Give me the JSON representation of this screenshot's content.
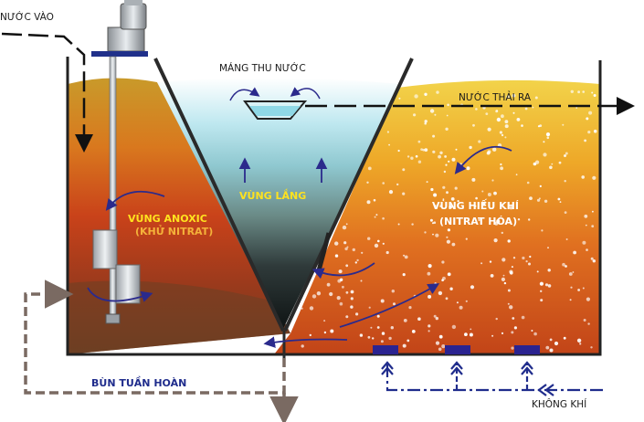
{
  "labels": {
    "water_in": "NƯỚC VÀO",
    "collection_trough": "MÁNG THU NƯỚC",
    "effluent": "NƯỚC THẢI RA",
    "settling_zone": "VÙNG LẮNG",
    "anoxic_zone": "VÙNG ANOXIC",
    "anoxic_sub": "(KHỬ NITRAT)",
    "aerobic_zone": "VÙNG HIẾU KHÍ",
    "aerobic_sub": "(NITRAT HÓA)",
    "return_sludge": "BÙN TUẦN HOÀN",
    "air": "KHÔNG KHÍ"
  },
  "colors": {
    "zone_label_yellow": "#ffe21f",
    "anoxic_sub_orange": "#f4b23a",
    "aerobic_label_white": "#ffffff",
    "return_sludge_blue": "#1f2c8c",
    "recirc_pipe": "#7a6a62",
    "air_pipe": "#1f2c8c",
    "diffuser": "#2a2390",
    "tank_wall": "#222222"
  },
  "icons": {
    "mixer": "motor-mixer-icon",
    "diffuser": "air-diffuser-icon"
  }
}
